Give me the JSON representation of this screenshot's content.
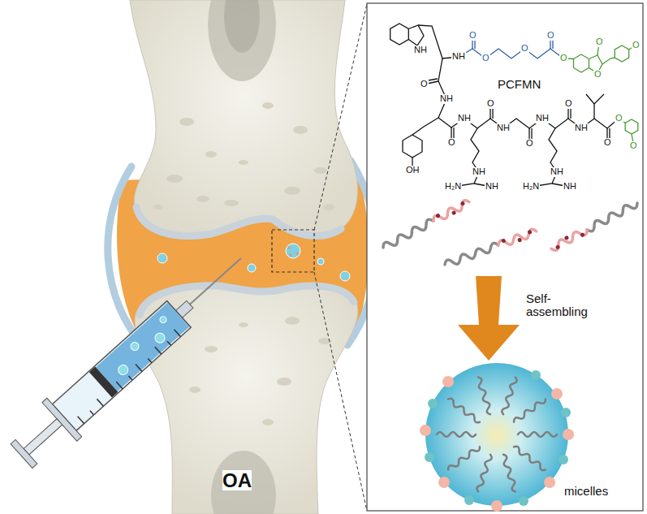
{
  "diagram": {
    "labels": [
      "PCFMN",
      "Self-assembling",
      "micelles",
      "OA",
      "NH",
      "NH",
      "O",
      "O",
      "O",
      "O",
      "O",
      "O",
      "O",
      "O",
      "O",
      "NH",
      "OH",
      "O",
      "NH",
      "O",
      "NH",
      "O",
      "NH",
      "O",
      "NH",
      "O",
      "O",
      "O",
      "NH",
      "H₂N",
      "NH",
      "NH",
      "H₂N",
      "NH"
    ]
  }
}
